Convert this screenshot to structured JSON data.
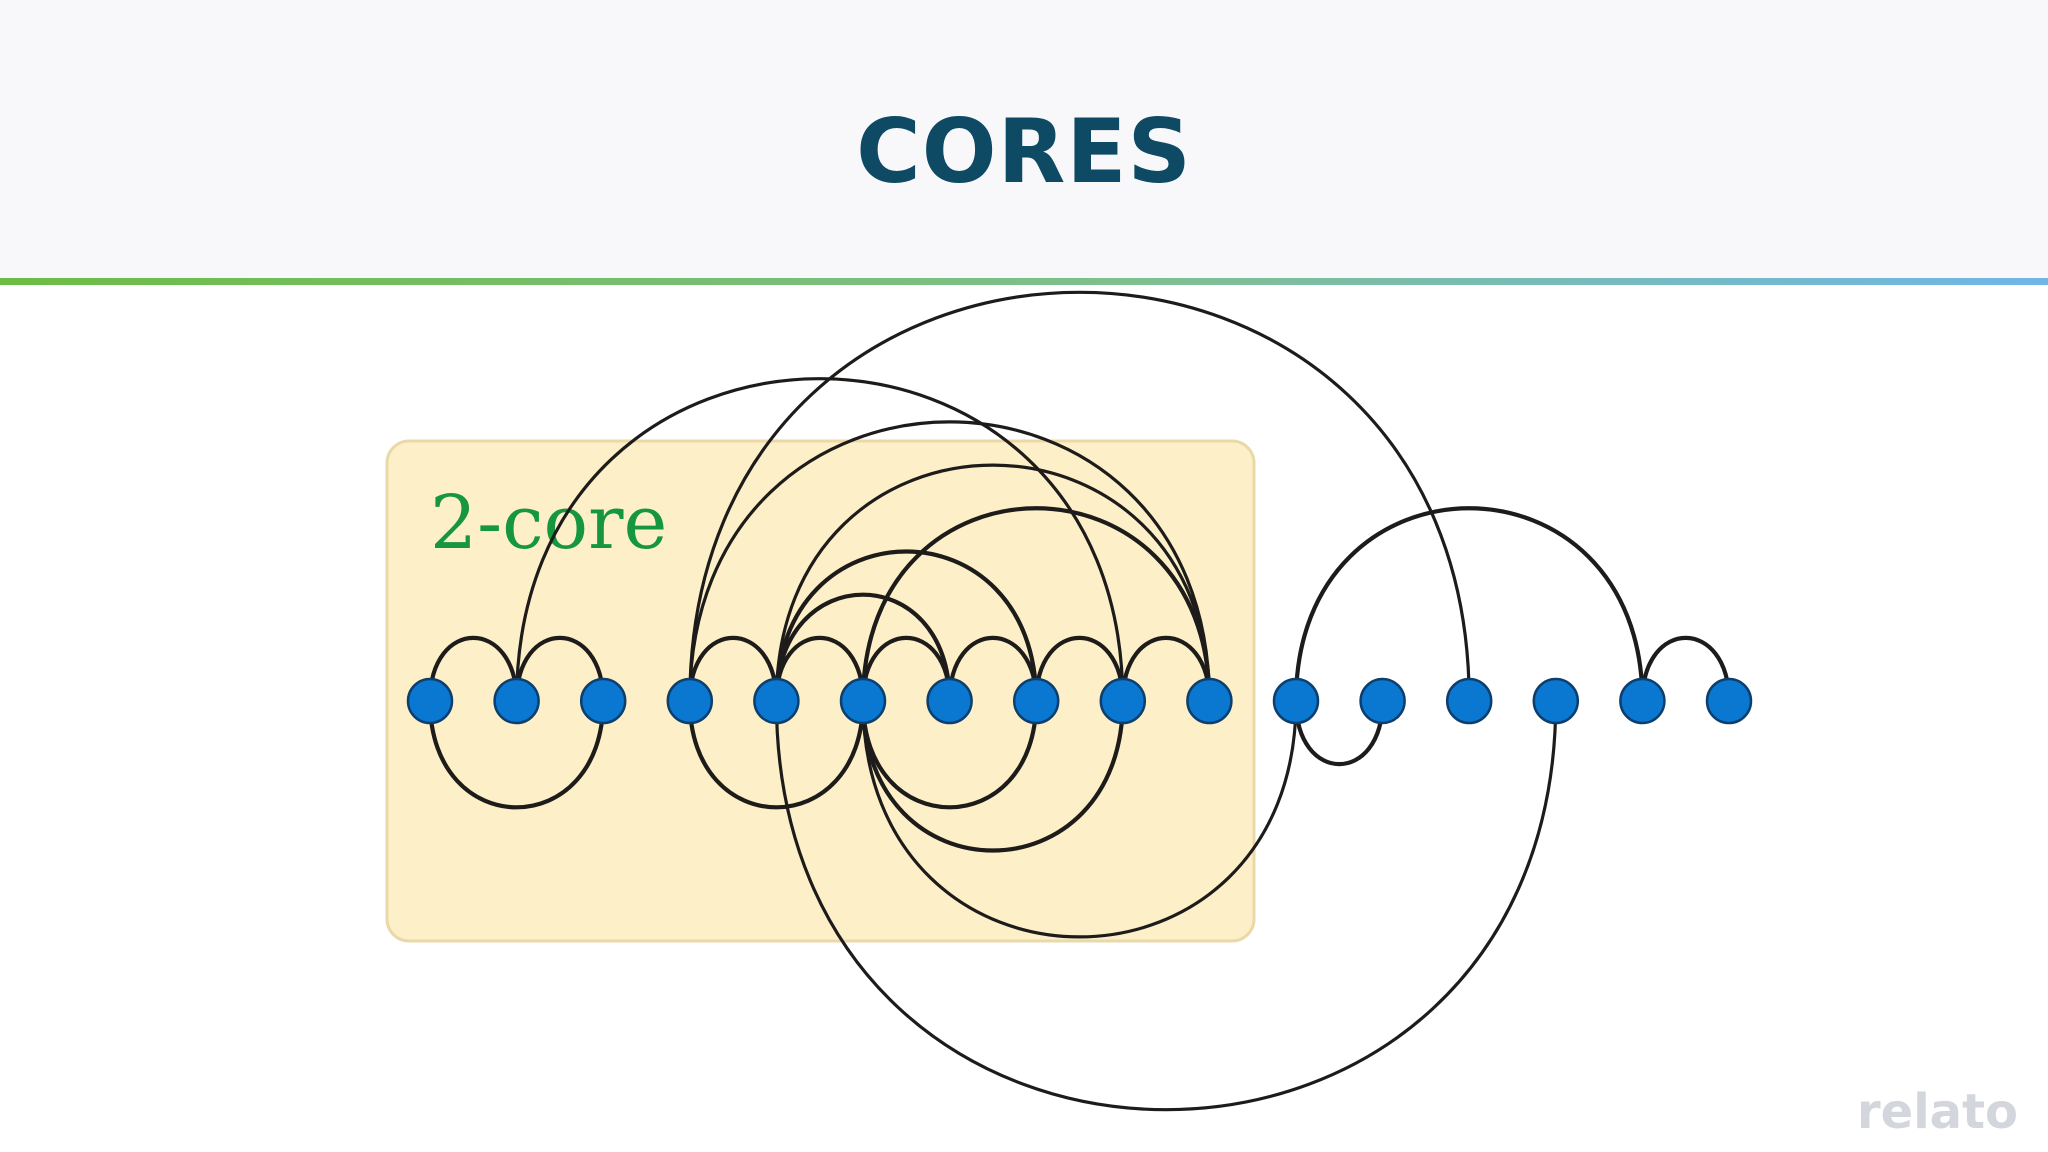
{
  "slide": {
    "title": "CORES",
    "brand": "relato"
  },
  "diagram": {
    "core_label": "2-core",
    "colors": {
      "core_region": "#fdf0c8",
      "node_fill": "#0a78d0",
      "node_stroke": "#0d3f6e",
      "edge": "#1e1c1a",
      "label": "#15963f"
    },
    "node_count": 16,
    "core_nodes": [
      0,
      1,
      2,
      3,
      4,
      5,
      6,
      7,
      8,
      9
    ],
    "edges": [
      [
        0,
        1,
        "top"
      ],
      [
        1,
        2,
        "top"
      ],
      [
        0,
        2,
        "bottom"
      ],
      [
        3,
        4,
        "top"
      ],
      [
        4,
        5,
        "top"
      ],
      [
        5,
        6,
        "top"
      ],
      [
        6,
        7,
        "top"
      ],
      [
        7,
        8,
        "top"
      ],
      [
        8,
        9,
        "top"
      ],
      [
        3,
        5,
        "bottom"
      ],
      [
        4,
        6,
        "top"
      ],
      [
        4,
        7,
        "top"
      ],
      [
        5,
        7,
        "bottom"
      ],
      [
        5,
        8,
        "bottom"
      ],
      [
        5,
        9,
        "top"
      ],
      [
        3,
        9,
        "top"
      ],
      [
        1,
        8,
        "top"
      ],
      [
        4,
        9,
        "top"
      ],
      [
        5,
        10,
        "bottom"
      ],
      [
        4,
        13,
        "bottom"
      ],
      [
        3,
        12,
        "top"
      ],
      [
        10,
        11,
        "bottom"
      ],
      [
        10,
        14,
        "top"
      ],
      [
        14,
        15,
        "top"
      ]
    ]
  }
}
